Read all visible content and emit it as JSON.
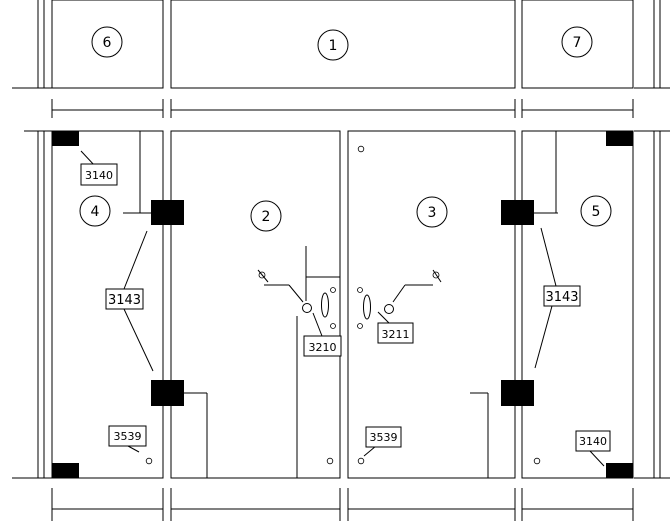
{
  "diagram": {
    "panels": [
      {
        "id": "6",
        "label": "6"
      },
      {
        "id": "1",
        "label": "1"
      },
      {
        "id": "7",
        "label": "7"
      },
      {
        "id": "4",
        "label": "4"
      },
      {
        "id": "2",
        "label": "2"
      },
      {
        "id": "3",
        "label": "3"
      },
      {
        "id": "5",
        "label": "5"
      }
    ],
    "parts": {
      "corner_block_top_left": "3140",
      "corner_block_bottom_right": "3140",
      "hinge_left": "3143",
      "hinge_right": "3143",
      "handle_left": "3210",
      "handle_right": "3211",
      "stop_left": "3539",
      "stop_right": "3539"
    }
  }
}
